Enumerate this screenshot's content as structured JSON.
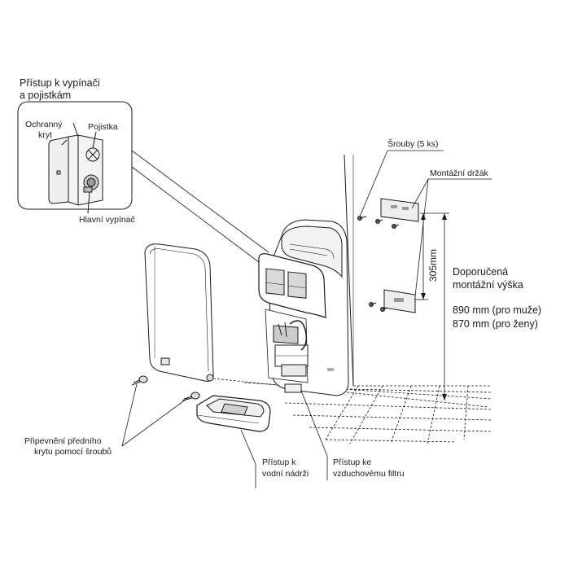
{
  "inset": {
    "title_line1": "Přístup k vypínači",
    "title_line2": "a pojistkám",
    "cover_label_line1": "Ochranný",
    "cover_label_line2": "kryt",
    "fuse_label": "Pojistka",
    "switch_label": "Hlavní vypínač"
  },
  "labels": {
    "screws": "Šrouby (5 ks)",
    "mount_bracket": "Montážní držák",
    "height_dimension": "305mm",
    "recommended_line1": "Doporučená",
    "recommended_line2": "montážní výška",
    "height_men": "890 mm (pro muže)",
    "height_women": "870 mm (pro ženy)",
    "front_cover_line1": "Připevnění předního",
    "front_cover_line2": "krytu pomocí šroubů",
    "water_tank_line1": "Přístup k",
    "water_tank_line2": "vodní nádrži",
    "air_filter_line1": "Přístup ke",
    "air_filter_line2": "vzduchovému filtru"
  },
  "colors": {
    "line": "#1a1a1a",
    "panel_gray": "#d9d9d9",
    "cover_gray": "#e6e6e6"
  }
}
